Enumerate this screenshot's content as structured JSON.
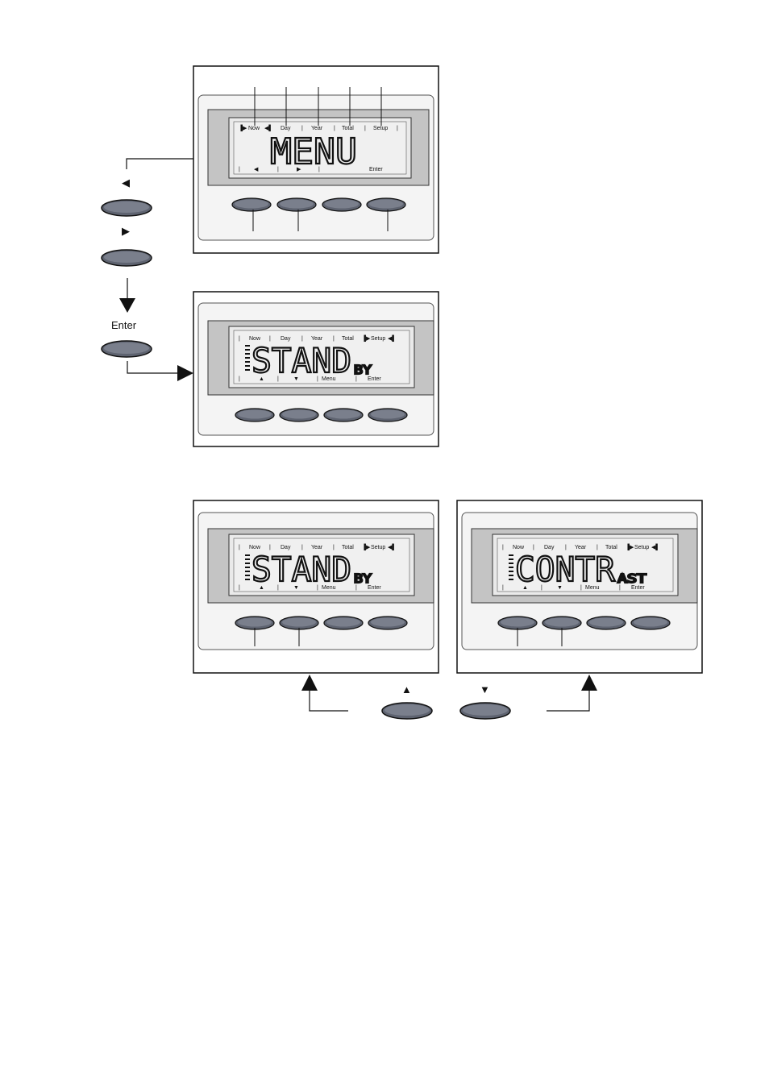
{
  "tabs": [
    "Now",
    "Day",
    "Year",
    "Total",
    "Setup"
  ],
  "panels": [
    {
      "id": "menu",
      "display_main": "MENU",
      "display_sub": "",
      "foot": [
        "◀",
        "▶",
        "",
        "Enter"
      ]
    },
    {
      "id": "standby",
      "display_main": "STAND",
      "display_sub": "BY",
      "foot": [
        "▲",
        "▼",
        "Menu",
        "Enter"
      ]
    },
    {
      "id": "standby2",
      "display_main": "STAND",
      "display_sub": "BY",
      "foot": [
        "▲",
        "▼",
        "Menu",
        "Enter"
      ]
    },
    {
      "id": "contrast",
      "display_main": "CONTR",
      "display_sub": "AST",
      "foot": [
        "▲",
        "▼",
        "Menu",
        "Enter"
      ]
    }
  ],
  "side_buttons": {
    "left_symbol": "◀",
    "right_symbol": "▶",
    "enter_label": "Enter",
    "up_symbol": "▲",
    "down_symbol": "▼"
  },
  "colors": {
    "button_fill": "#7a7f8c",
    "lcd_bg": "#e6e6e6",
    "bezel": "#c8c8c8",
    "panel_bg": "#f2f2f2"
  }
}
